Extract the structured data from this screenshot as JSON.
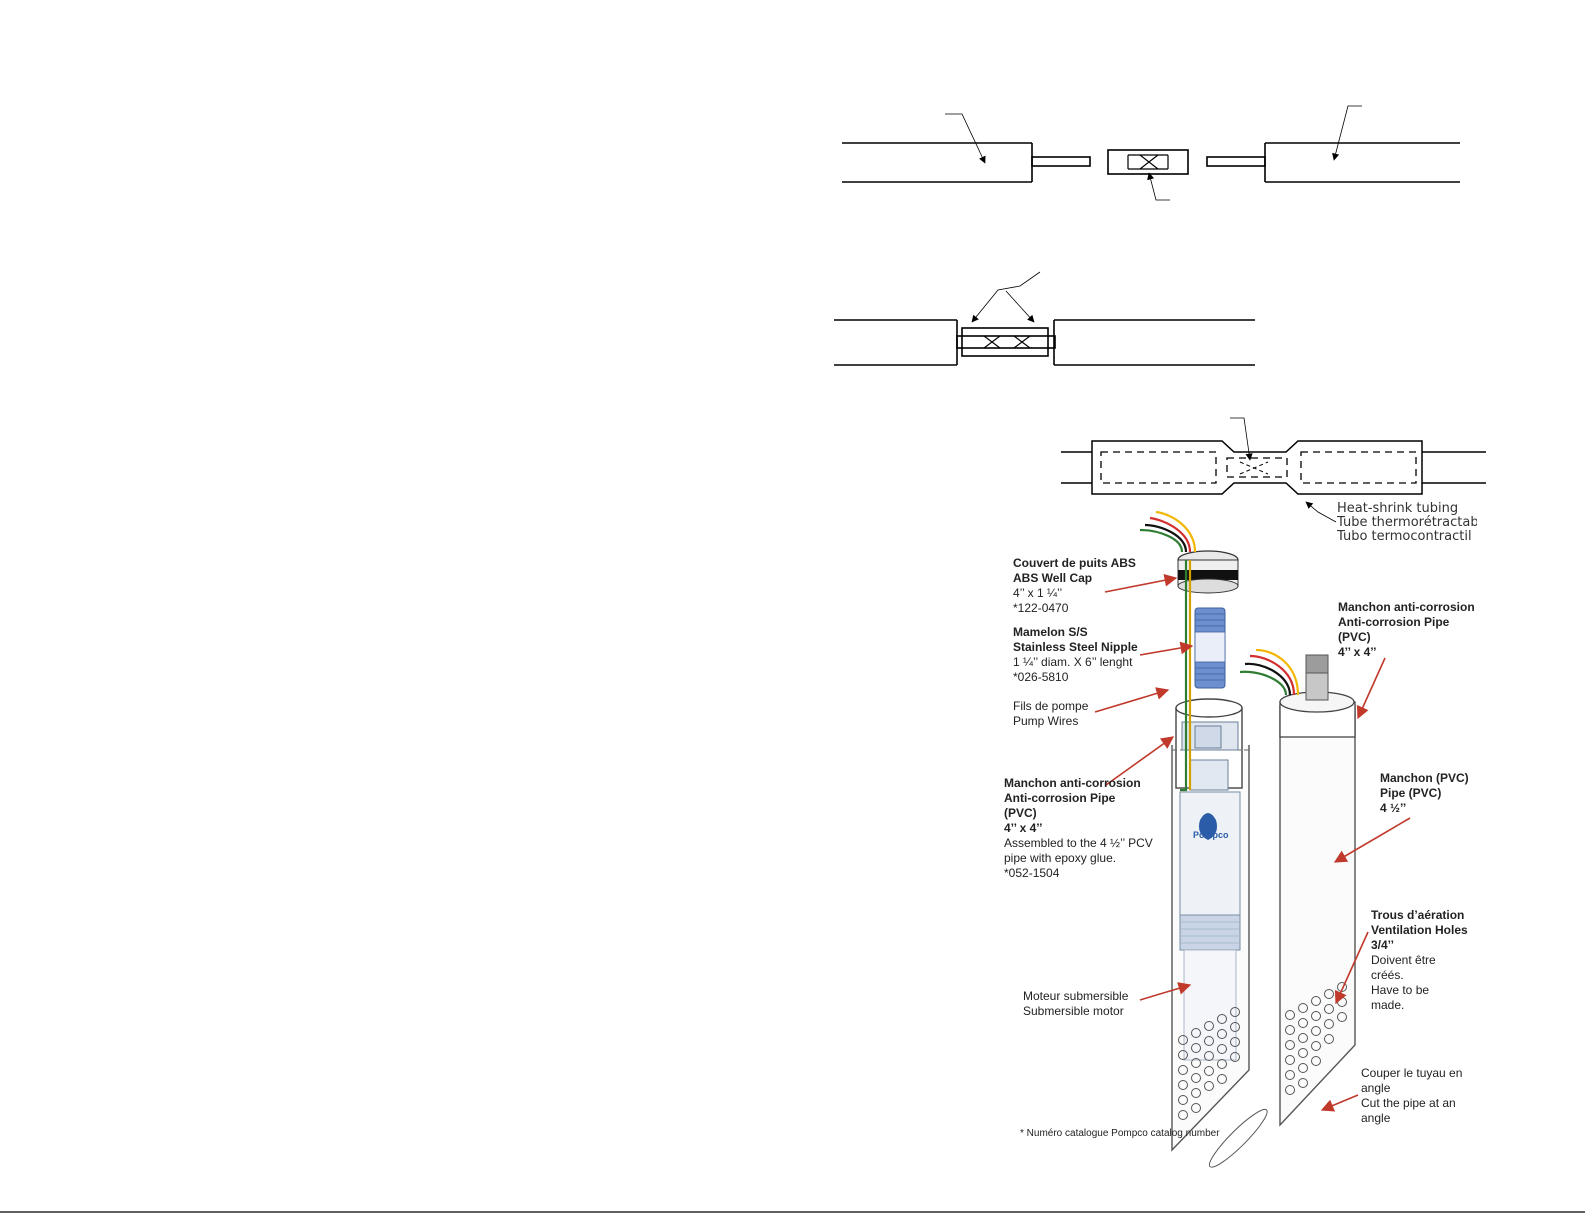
{
  "splice_labels": {
    "heat_shrink": [
      "Heat-shrink tubing",
      "Tube thermorétractable",
      "Tubo termocontractil"
    ]
  },
  "callouts": {
    "well_cap": {
      "bold": [
        "Couvert de puits ABS",
        "ABS Well Cap"
      ],
      "normal": [
        "4’’ x 1 ¼’’",
        "*122-0470"
      ]
    },
    "nipple": {
      "bold": [
        "Mamelon S/S",
        "Stainless Steel Nipple"
      ],
      "normal": [
        "1 ¼’’ diam. X 6’’ lenght",
        "*026-5810"
      ]
    },
    "pump_wires": {
      "bold": [],
      "normal": [
        "Fils de pompe",
        "Pump Wires"
      ]
    },
    "anticorrosion_left": {
      "bold": [
        "Manchon anti-corrosion",
        "Anti-corrosion Pipe",
        "(PVC)",
        "4’’ x 4’’"
      ],
      "normal": [
        "Assembled to the 4 ½’’ PCV",
        "pipe with epoxy glue.",
        "*052-1504"
      ]
    },
    "motor": {
      "bold": [],
      "normal": [
        "Moteur submersible",
        "Submersible motor"
      ]
    },
    "anticorrosion_right": {
      "bold": [
        "Manchon anti-corrosion",
        "Anti-corrosion Pipe",
        "(PVC)",
        "4’’ x 4’’"
      ],
      "normal": []
    },
    "pvc_pipe": {
      "bold": [
        "Manchon (PVC)",
        "Pipe (PVC)",
        "4 ½’’"
      ],
      "normal": []
    },
    "vent_holes": {
      "bold": [
        "Trous d’aération",
        "Ventilation Holes",
        "3/4’’"
      ],
      "normal": [
        "Doivent être",
        "créés.",
        "Have to be",
        "made."
      ]
    },
    "cut_angle": {
      "bold": [],
      "normal": [
        "Couper le tuyau en",
        "angle",
        "Cut the pipe at an",
        "angle"
      ]
    }
  },
  "logo_text": "Pompco",
  "footnote": "* Numéro catalogue Pompco catalog number",
  "colors": {
    "arrow": "#c0392b",
    "line": "#000000",
    "pipe_blue": "#5a7fbf",
    "wire_red": "#d32f2f",
    "wire_yellow": "#f2b705",
    "wire_green": "#2e7d32",
    "wire_black": "#111111"
  }
}
